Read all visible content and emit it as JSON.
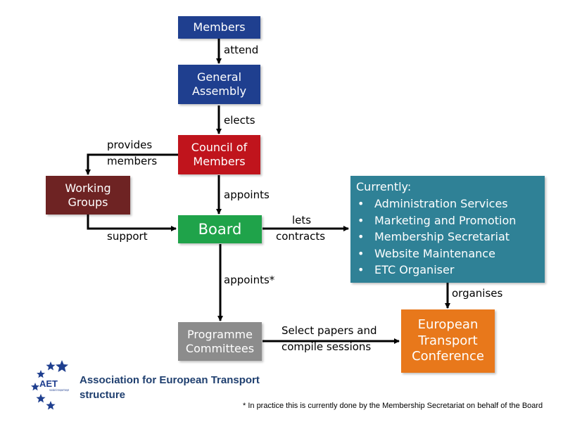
{
  "nodes": {
    "members": {
      "text": "Members",
      "color": "#1f3f8f"
    },
    "general_assembly": {
      "lines": [
        "General",
        "Assembly"
      ],
      "color": "#1f3f8f"
    },
    "council": {
      "lines": [
        "Council of",
        "Members"
      ],
      "color": "#c0141c"
    },
    "working_groups": {
      "lines": [
        "Working",
        "Groups"
      ],
      "color": "#6e2323"
    },
    "board": {
      "text": "Board",
      "color": "#1fa34a"
    },
    "currently": {
      "heading": "Currently:",
      "items": [
        "Administration Services",
        "Marketing and Promotion",
        "Membership Secretariat",
        "Website Maintenance",
        "ETC Organiser"
      ],
      "color": "#2f8196"
    },
    "programme": {
      "lines": [
        "Programme",
        "Committees"
      ],
      "color": "#8c8c8c"
    },
    "etc": {
      "lines": [
        "European",
        "Transport",
        "Conference"
      ],
      "color": "#e8781b"
    }
  },
  "edges": {
    "attend": "attend",
    "elects": "elects",
    "provides_members": [
      "provides",
      "members"
    ],
    "appoints": "appoints",
    "support": "support",
    "lets_contracts": [
      "lets",
      "contracts"
    ],
    "appoints_star": "appoints*",
    "organises": "organises",
    "select_papers": [
      "Select papers and",
      "compile sessions"
    ]
  },
  "logo": {
    "abbr": "AET",
    "subtitle": "Association for European Transport",
    "lines": [
      "Association for European Transport",
      "structure"
    ]
  },
  "footnote": "* In practice this is currently done by the Membership  Secretariat on behalf of the Board",
  "colors": {
    "arrow": "#000000",
    "star": "#1f3f8f"
  }
}
